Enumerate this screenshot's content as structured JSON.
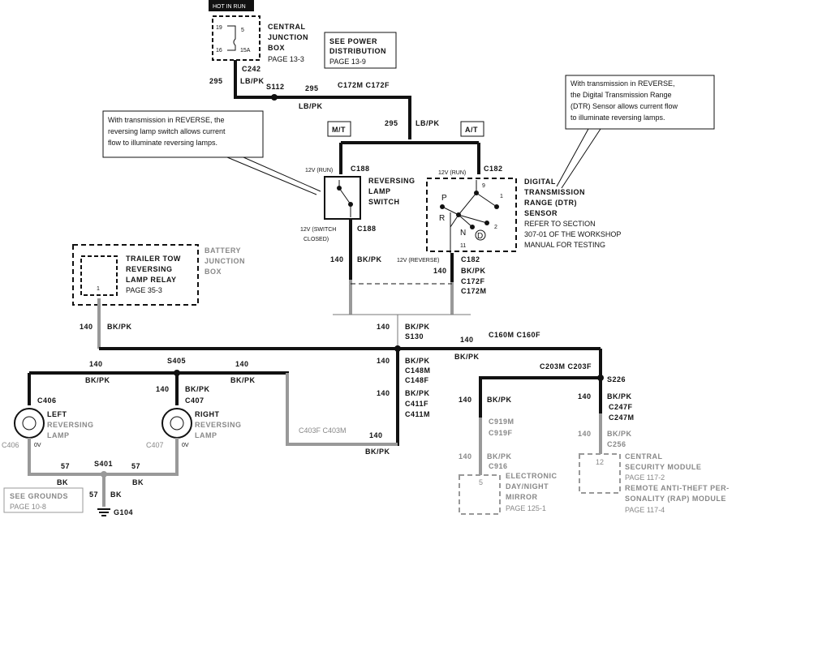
{
  "power": {
    "hot_in_run": "HOT IN RUN",
    "fuse_pin_19": "19",
    "fuse_pin_16": "16",
    "fuse_num": "5",
    "fuse_rating": "15A",
    "cjb_line1": "CENTRAL",
    "cjb_line2": "JUNCTION",
    "cjb_line3": "BOX",
    "cjb_page": "PAGE 13-3",
    "see_power_line1": "SEE POWER",
    "see_power_line2": "DISTRIBUTION",
    "see_power_page": "PAGE 13-9"
  },
  "wires": {
    "c242": "C242",
    "w295_a": "295",
    "lbpk_a": "LB/PK",
    "s112": "S112",
    "w295_b": "295",
    "c172m_c172f": "C172M C172F",
    "lbpk_b": "LB/PK",
    "w295_c": "295",
    "lbpk_c": "LB/PK",
    "mt": "M/T",
    "at": "A/T"
  },
  "callouts": {
    "mt_note_line1": "With transmission in REVERSE, the",
    "mt_note_line2": "reversing lamp switch allows current",
    "mt_note_line3": "flow to illuminate reversing lamps.",
    "dtr_note_line1": "With transmission in REVERSE,",
    "dtr_note_line2": "the Digital Transmission Range",
    "dtr_note_line3": "(DTR) Sensor allows current flow",
    "dtr_note_line4": "to illuminate reversing lamps."
  },
  "switch": {
    "v12_run": "12V (RUN)",
    "c188_top": "C188",
    "name_line1": "REVERSING",
    "name_line2": "LAMP",
    "name_line3": "SWITCH",
    "v12_closed_1": "12V (SWITCH",
    "v12_closed_2": "CLOSED)",
    "c188_bottom": "C188",
    "w140": "140",
    "bkpk": "BK/PK"
  },
  "dtr": {
    "v12_run": "12V (RUN)",
    "c182_top": "C182",
    "pin9": "9",
    "pin1": "1",
    "pin2": "2",
    "pin11": "11",
    "pos_p": "P",
    "pos_r": "R",
    "pos_n": "N",
    "pos_d": "D",
    "name_line1": "DIGITAL",
    "name_line2": "TRANSMISSION",
    "name_line3": "RANGE (DTR)",
    "name_line4": "SENSOR",
    "refer1": "REFER TO SECTION",
    "refer2": "307-01 OF THE WORKSHOP",
    "refer3": "MANUAL FOR  TESTING",
    "v12_reverse": "12V (REVERSE)",
    "c182_bottom": "C182",
    "w140": "140",
    "bkpk": "BK/PK",
    "c172f": "C172F",
    "c172m": "C172M"
  },
  "trailer": {
    "line1": "TRAILER TOW",
    "line2": "REVERSING",
    "line3": "LAMP RELAY",
    "page": "PAGE 35-3",
    "pin": "1",
    "bjb_line1": "BATTERY",
    "bjb_line2": "JUNCTION",
    "bjb_line3": "BOX",
    "w140": "140",
    "bkpk": "BK/PK"
  },
  "center": {
    "w140_a": "140",
    "bkpk_a": "BK/PK",
    "s130": "S130",
    "w140_b": "140",
    "c160m_c160f": "C160M C160F",
    "bkpk_b": "BK/PK",
    "w140_c": "140",
    "bkpk_c": "BK/PK",
    "c148m": "C148M",
    "c148f": "C148F",
    "w140_d": "140",
    "bkpk_d": "BK/PK",
    "c411f": "C411F",
    "c411m": "C411M"
  },
  "lamps": {
    "w140_left": "140",
    "s405": "S405",
    "w140_right": "140",
    "bkpk_left": "BK/PK",
    "bkpk_right": "BK/PK",
    "w140_s405": "140",
    "bkpk_s405": "BK/PK",
    "c406": "C406",
    "c407": "C407",
    "left_line1": "LEFT",
    "left_line2": "REVERSING",
    "left_line3": "LAMP",
    "right_line1": "RIGHT",
    "right_line2": "REVERSING",
    "right_line3": "LAMP",
    "c406_b": "C406",
    "c407_b": "C407",
    "ov_left": "0V",
    "ov_right": "0V",
    "c403": "C403F C403M",
    "w140_c403": "140",
    "bkpk_c403": "BK/PK",
    "w57_a": "57",
    "s401": "S401",
    "w57_b": "57",
    "bk_a": "BK",
    "bk_b": "BK",
    "w57_c": "57",
    "bk_c": "BK",
    "g104": "G104",
    "see_grounds": "SEE GROUNDS",
    "grounds_page": "PAGE 10-8"
  },
  "right_branch": {
    "c203": "C203M C203F",
    "s226": "S226",
    "w140_a": "140",
    "bkpk_a": "BK/PK",
    "c919m": "C919M",
    "c919f": "C919F",
    "w140_b": "140",
    "bkpk_b": "BK/PK",
    "c916": "C916",
    "mirror_pin": "5",
    "mirror_line1": "ELECTRONIC",
    "mirror_line2": "DAY/NIGHT",
    "mirror_line3": "MIRROR",
    "mirror_page": "PAGE 125-1",
    "w140_c": "140",
    "bkpk_c": "BK/PK",
    "c247f": "C247F",
    "c247m": "C247M",
    "w140_d": "140",
    "bkpk_d": "BK/PK",
    "c256": "C256",
    "csm_pin": "12",
    "csm_line1": "CENTRAL",
    "csm_line2": "SECURITY MODULE",
    "csm_page": "PAGE 117-2",
    "rap_line1": "REMOTE ANTI-THEFT PER-",
    "rap_line2": "SONALITY (RAP) MODULE",
    "rap_page": "PAGE 117-4"
  }
}
